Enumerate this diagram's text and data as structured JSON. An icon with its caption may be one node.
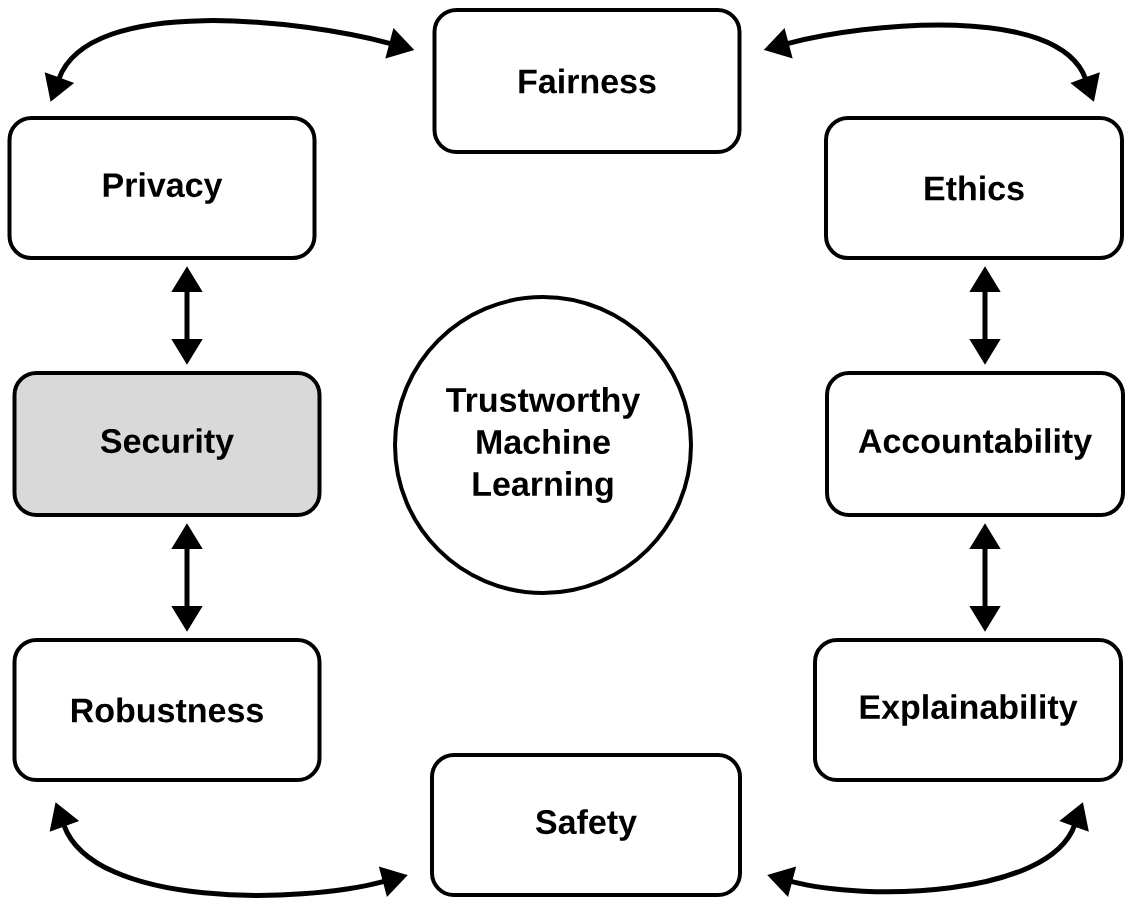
{
  "diagram": {
    "nodes": [
      {
        "text": [
          "Fairness"
        ]
      },
      {
        "text": [
          "Privacy"
        ]
      },
      {
        "text": [
          "Ethics"
        ]
      },
      {
        "text": [
          "Security"
        ]
      },
      {
        "text": [
          "Trustworthy Machine Learning"
        ]
      },
      {
        "text": [
          "Accountability"
        ]
      },
      {
        "text": [
          "Robustness"
        ]
      },
      {
        "text": [
          "Explainability"
        ]
      },
      {
        "text": [
          "Safety"
        ]
      }
    ],
    "edges": [
      {
        "from": 0,
        "to": 1,
        "arrow": "both"
      },
      {
        "from": 0,
        "to": 2,
        "arrow": "both"
      },
      {
        "from": 1,
        "to": 3,
        "arrow": "both"
      },
      {
        "from": 2,
        "to": 5,
        "arrow": "both"
      },
      {
        "from": 3,
        "to": 6,
        "arrow": "both"
      },
      {
        "from": 5,
        "to": 7,
        "arrow": "both"
      },
      {
        "from": 6,
        "to": 8,
        "arrow": "both"
      },
      {
        "from": 8,
        "to": 7,
        "arrow": "both"
      }
    ]
  }
}
